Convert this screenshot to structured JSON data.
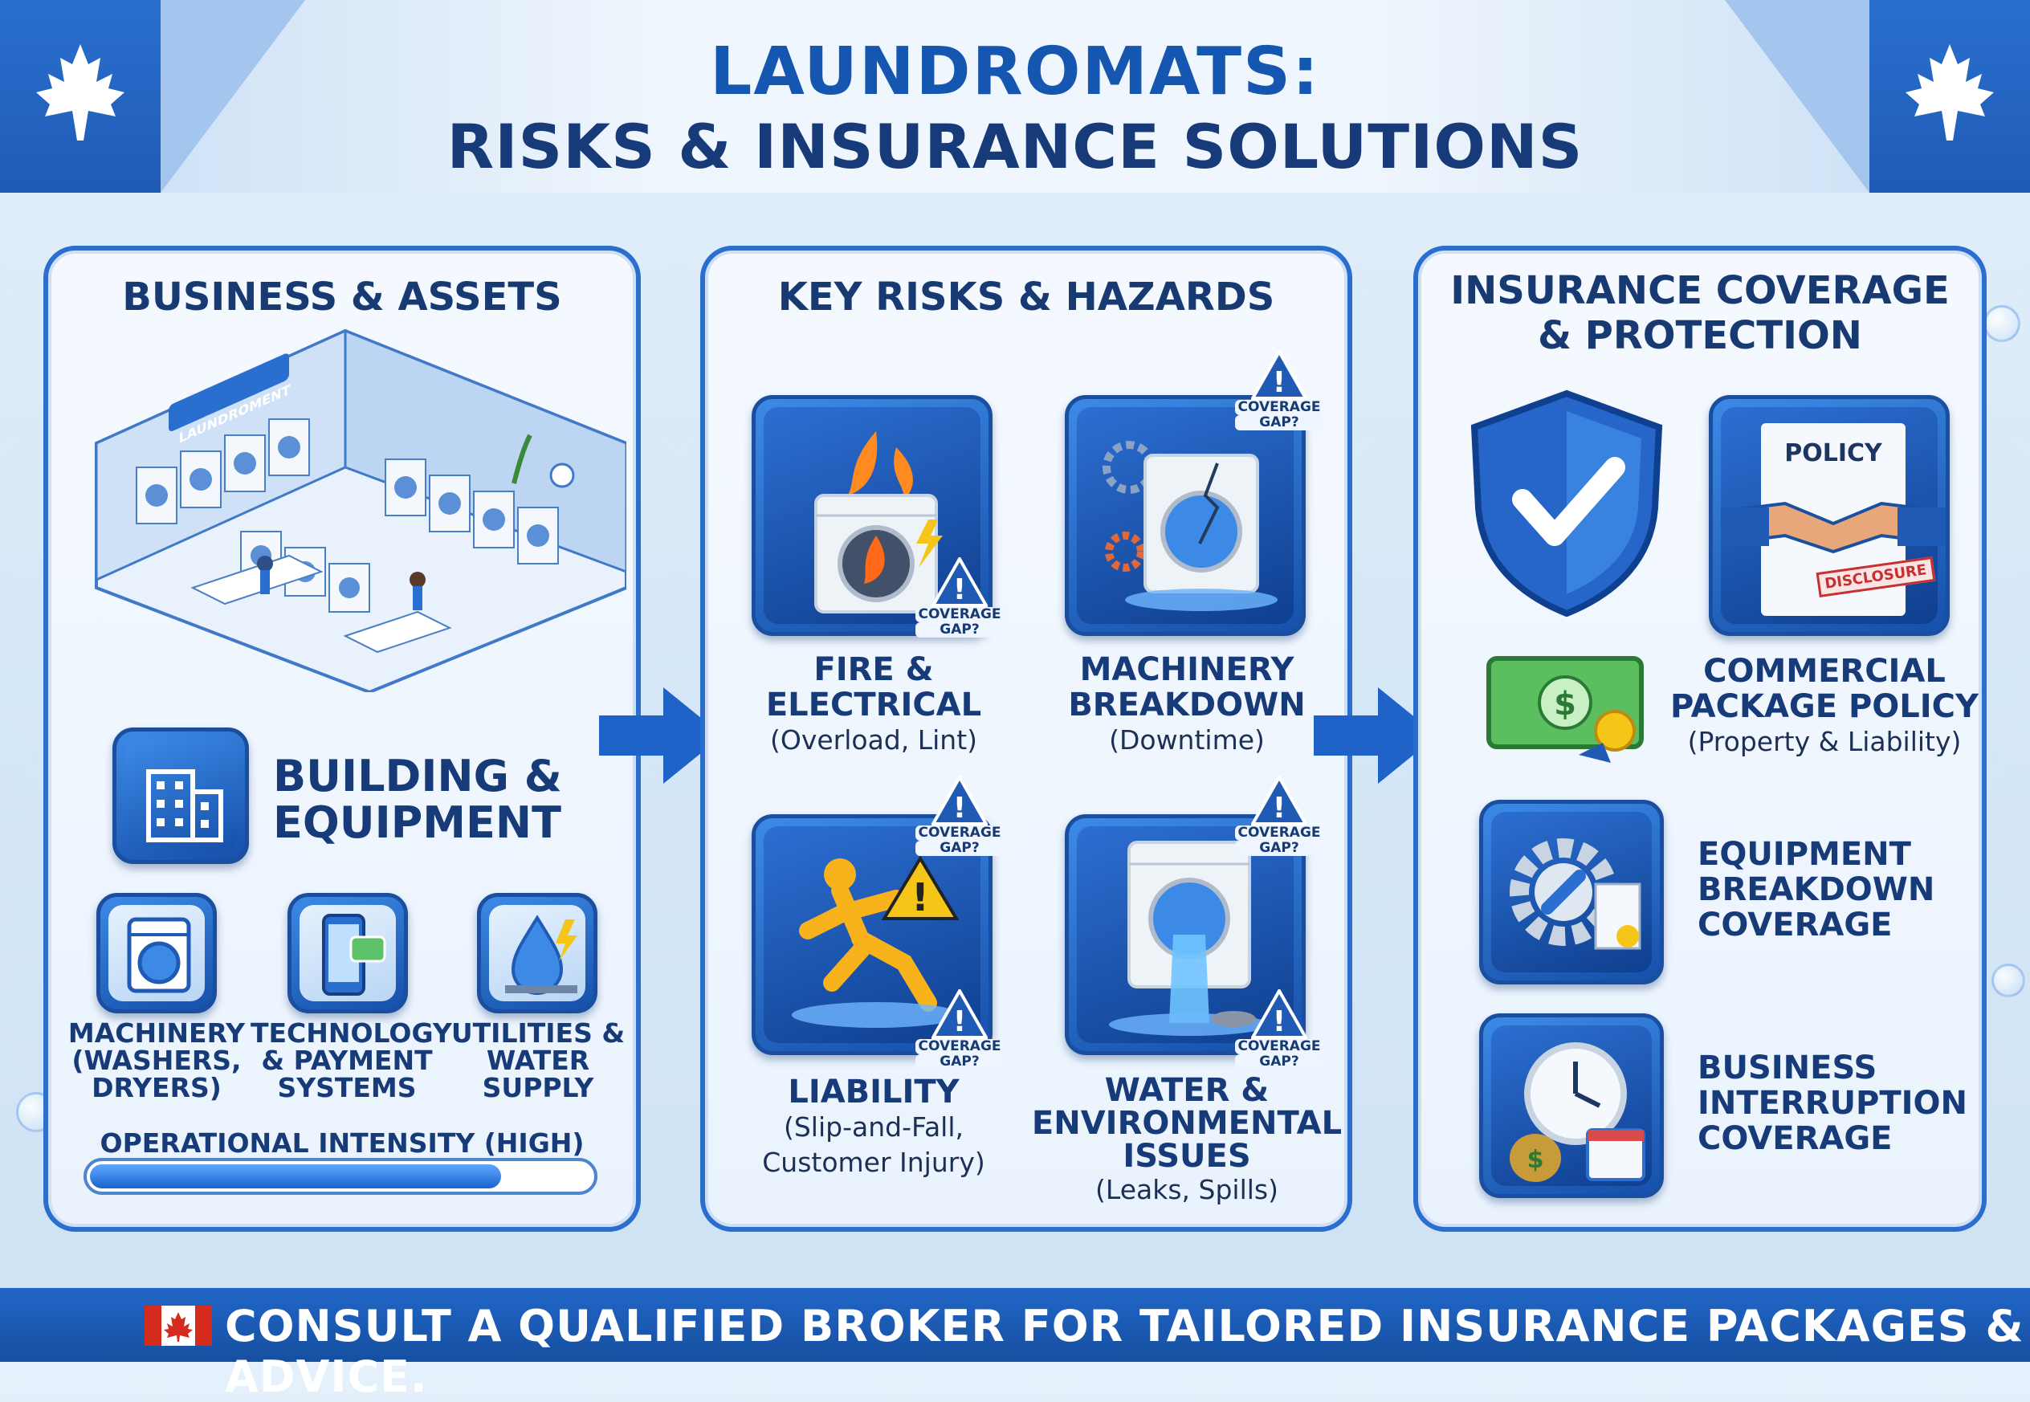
{
  "header": {
    "title_line1": "LAUNDROMATS:",
    "title_line2": "RISKS & INSURANCE SOLUTIONS"
  },
  "panels": {
    "business": {
      "title": "BUSINESS & ASSETS",
      "sign_text": "LAUNDROMENT",
      "building_label_line1": "BUILDING &",
      "building_label_line2": "EQUIPMENT",
      "assets": [
        {
          "icon": "washing-machine-icon",
          "line1": "MACHINERY",
          "line2": "(WASHERS,",
          "line3": "DRYERS)"
        },
        {
          "icon": "phone-payment-icon",
          "line1": "TECHNOLOGY",
          "line2": "& PAYMENT",
          "line3": "SYSTEMS"
        },
        {
          "icon": "water-drop-bolt-icon",
          "line1": "UTILITIES &",
          "line2": "WATER",
          "line3": "SUPPLY"
        }
      ],
      "intensity_label": "OPERATIONAL INTENSITY (HIGH)",
      "intensity_level": 0.82
    },
    "risks": {
      "title": "KEY RISKS & HAZARDS",
      "gap_label_line1": "COVERAGE",
      "gap_label_line2": "GAP?",
      "items": [
        {
          "icon": "fire-washer-icon",
          "line1": "FIRE &",
          "line2": "ELECTRICAL",
          "sub1": "(Overload, Lint)"
        },
        {
          "icon": "broken-washer-icon",
          "line1": "MACHINERY",
          "line2": "BREAKDOWN",
          "sub1": "(Downtime)"
        },
        {
          "icon": "slip-fall-icon",
          "line1": "LIABILITY",
          "sub1": "(Slip-and-Fall,",
          "sub2": "Customer Injury)"
        },
        {
          "icon": "leaking-washer-icon",
          "line1": "WATER &",
          "line2": "ENVIRONMENTAL",
          "line3": "ISSUES",
          "sub1": "(Leaks, Spills)"
        }
      ]
    },
    "insurance": {
      "title_line1": "INSURANCE COVERAGE",
      "title_line2": "& PROTECTION",
      "policy_doc_title": "POLICY",
      "policy_doc_stamp": "DISCLOSURE",
      "items": [
        {
          "icon": "cash-icon",
          "line1": "COMMERCIAL",
          "line2": "PACKAGE POLICY",
          "sub1": "(Property & Liability)"
        },
        {
          "icon": "gear-wrench-icon",
          "line1": "EQUIPMENT",
          "line2": "BREAKDOWN",
          "line3": "COVERAGE"
        },
        {
          "icon": "clock-money-icon",
          "line1": "BUSINESS",
          "line2": "INTERRUPTION",
          "line3": "COVERAGE"
        }
      ]
    }
  },
  "footer": {
    "text": "CONSULT A QUALIFIED BROKER FOR TAILORED INSURANCE PACKAGES & ADVICE."
  },
  "colors": {
    "primary_blue": "#1f5bb5",
    "title_blue": "#1557b0",
    "navy": "#173a78",
    "warning_yellow": "#f5c518",
    "canada_red": "#d52b1e"
  }
}
